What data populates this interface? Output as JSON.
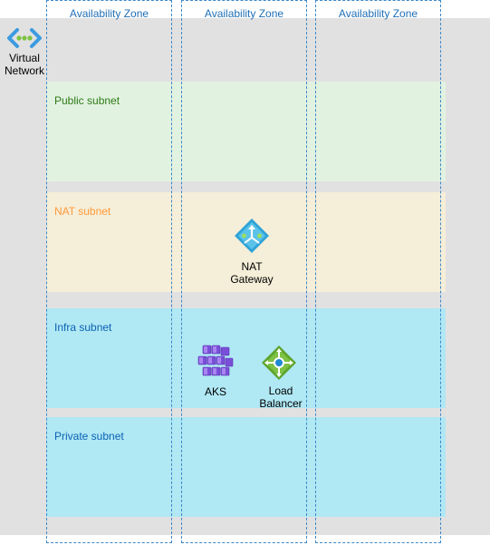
{
  "vnet": {
    "label_line1": "Virtual",
    "label_line2": "Network",
    "icon": "virtual-network-icon"
  },
  "zones": [
    "Availability Zone",
    "Availability Zone",
    "Availability Zone"
  ],
  "subnets": {
    "public": "Public subnet",
    "nat": "NAT subnet",
    "infra": "Infra subnet",
    "private": "Private subnet"
  },
  "nodes": {
    "nat_gateway": {
      "line1": "NAT",
      "line2": "Gateway",
      "icon": "nat-gateway-icon"
    },
    "aks": {
      "label": "AKS",
      "icon": "aks-icon"
    },
    "load_balancer": {
      "line1": "Load",
      "line2": "Balancer",
      "icon": "load-balancer-icon"
    }
  },
  "colors": {
    "vnet_bg": "#e1e1e1",
    "public_subnet": "#e2f2e1",
    "nat_subnet": "#f5eed8",
    "infra_subnet": "#b0e8f4",
    "private_subnet": "#b0e8f4",
    "zone_border": "#3d88c8"
  }
}
